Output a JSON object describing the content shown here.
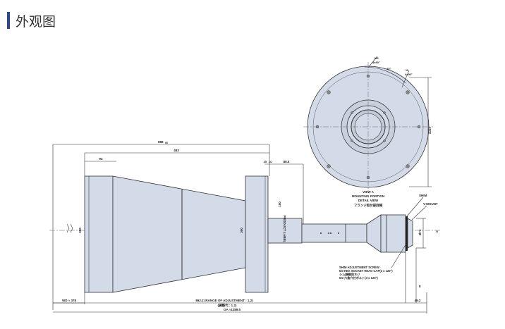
{
  "header": {
    "title": "外观图",
    "accent_color": "#2b4a8b"
  },
  "drawing": {
    "part_fill": "#d4dbe8",
    "dims_top": {
      "overall": "888",
      "overall_tol": "±5",
      "cone": "483",
      "front": "93",
      "flange": "35",
      "flange2": "10",
      "rear": "88.5"
    },
    "dims_vertical": {
      "front_dia": "300",
      "flange_dia": "300",
      "flange_height": "150",
      "view_dia": "Ø210",
      "mount_dia": "Ø74",
      "mount_len": "8"
    },
    "product_label": "PRODUCT LABEL",
    "view_a": {
      "title": "VIEW A",
      "line1": "MOUNTING PORTION",
      "line2": "DETAIL VIEW",
      "jp": "フランジ取付部詳細",
      "screw": "M5",
      "screw_qty": "4x90°",
      "square": "□6",
      "square_qty": "4x90°",
      "angle": "45°"
    },
    "callouts": {
      "shim": "SHIM",
      "vmount": "V-MOUNT",
      "arrow": "A",
      "screw1": "SHIM ADJUSTMENT SCREW",
      "screw2": "M3 HEX SOCKET HEAD CAP(3 x 120°)",
      "screw3": "シム調整用ネジ",
      "screw4": "M3 六角穴付ボルト(3 x 120°)"
    },
    "dims_bottom": {
      "wd": "WD ≈ 378",
      "range": "862.2 (RANGE OF ADJUSTMENT : 1.2)",
      "range_jp": "(調整代 : 1.2)",
      "oa": "OA ≈1289.5",
      "back": "48.2"
    }
  }
}
